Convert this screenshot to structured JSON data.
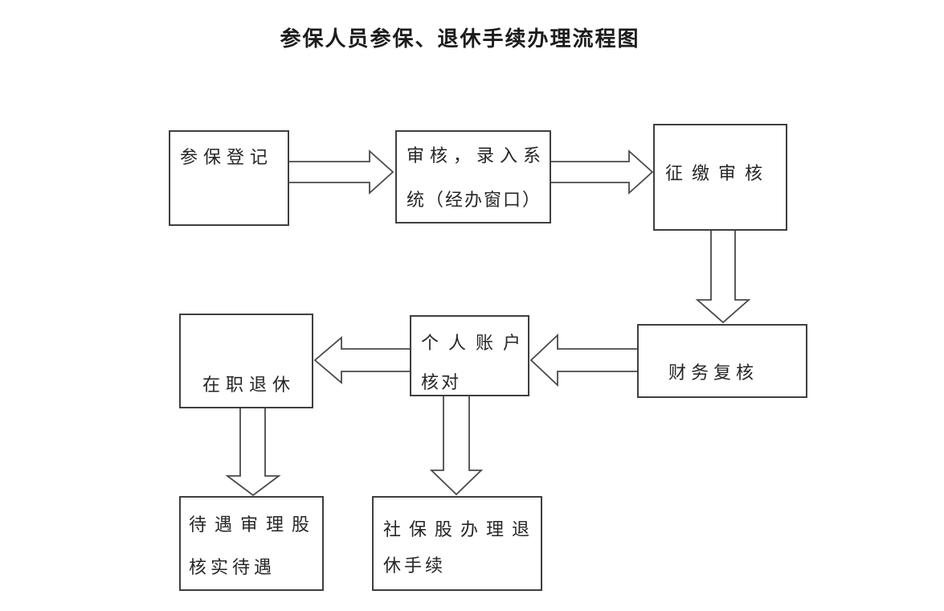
{
  "title": "参保人员参保、退休手续办理流程图",
  "colors": {
    "background": "#ffffff",
    "line": "#4a4a4a",
    "box_border": "#3f3f3f",
    "text": "#262626"
  },
  "flowchart": {
    "nodes": [
      {
        "id": "canbao-dengji",
        "label": "参保登记",
        "lines": [
          "参保登记"
        ]
      },
      {
        "id": "shenhe-luru",
        "label": "审核，录入系统（经办窗口）",
        "lines": [
          "审核，录入系",
          "统（经办窗口）"
        ]
      },
      {
        "id": "zhengjiao-shenhe",
        "label": "征缴审核",
        "lines": [
          "征缴审核"
        ]
      },
      {
        "id": "caiwu-fuhe",
        "label": "财务复核",
        "lines": [
          "财务复核"
        ]
      },
      {
        "id": "geren-zhanghu",
        "label": "个人账户核对",
        "lines": [
          "个人账户",
          "核对"
        ]
      },
      {
        "id": "zaizhi-tuixiu",
        "label": "在职退休",
        "lines": [
          "在职退休"
        ]
      },
      {
        "id": "daiyu-shenli",
        "label": "待遇审理股核实待遇",
        "lines": [
          "待遇审理股",
          "核实待遇"
        ]
      },
      {
        "id": "shebao-banli",
        "label": "社保股办理退休手续",
        "lines": [
          "社保股办理退",
          "休手续"
        ]
      }
    ],
    "connections": [
      {
        "from": "canbao-dengji",
        "to": "shenhe-luru",
        "direction": "right"
      },
      {
        "from": "shenhe-luru",
        "to": "zhengjiao-shenhe",
        "direction": "right"
      },
      {
        "from": "zhengjiao-shenhe",
        "to": "caiwu-fuhe",
        "direction": "down"
      },
      {
        "from": "caiwu-fuhe",
        "to": "geren-zhanghu",
        "direction": "left"
      },
      {
        "from": "geren-zhanghu",
        "to": "zaizhi-tuixiu",
        "direction": "left"
      },
      {
        "from": "zaizhi-tuixiu",
        "to": "daiyu-shenli",
        "direction": "down"
      },
      {
        "from": "geren-zhanghu",
        "to": "shebao-banli",
        "direction": "down"
      }
    ]
  }
}
